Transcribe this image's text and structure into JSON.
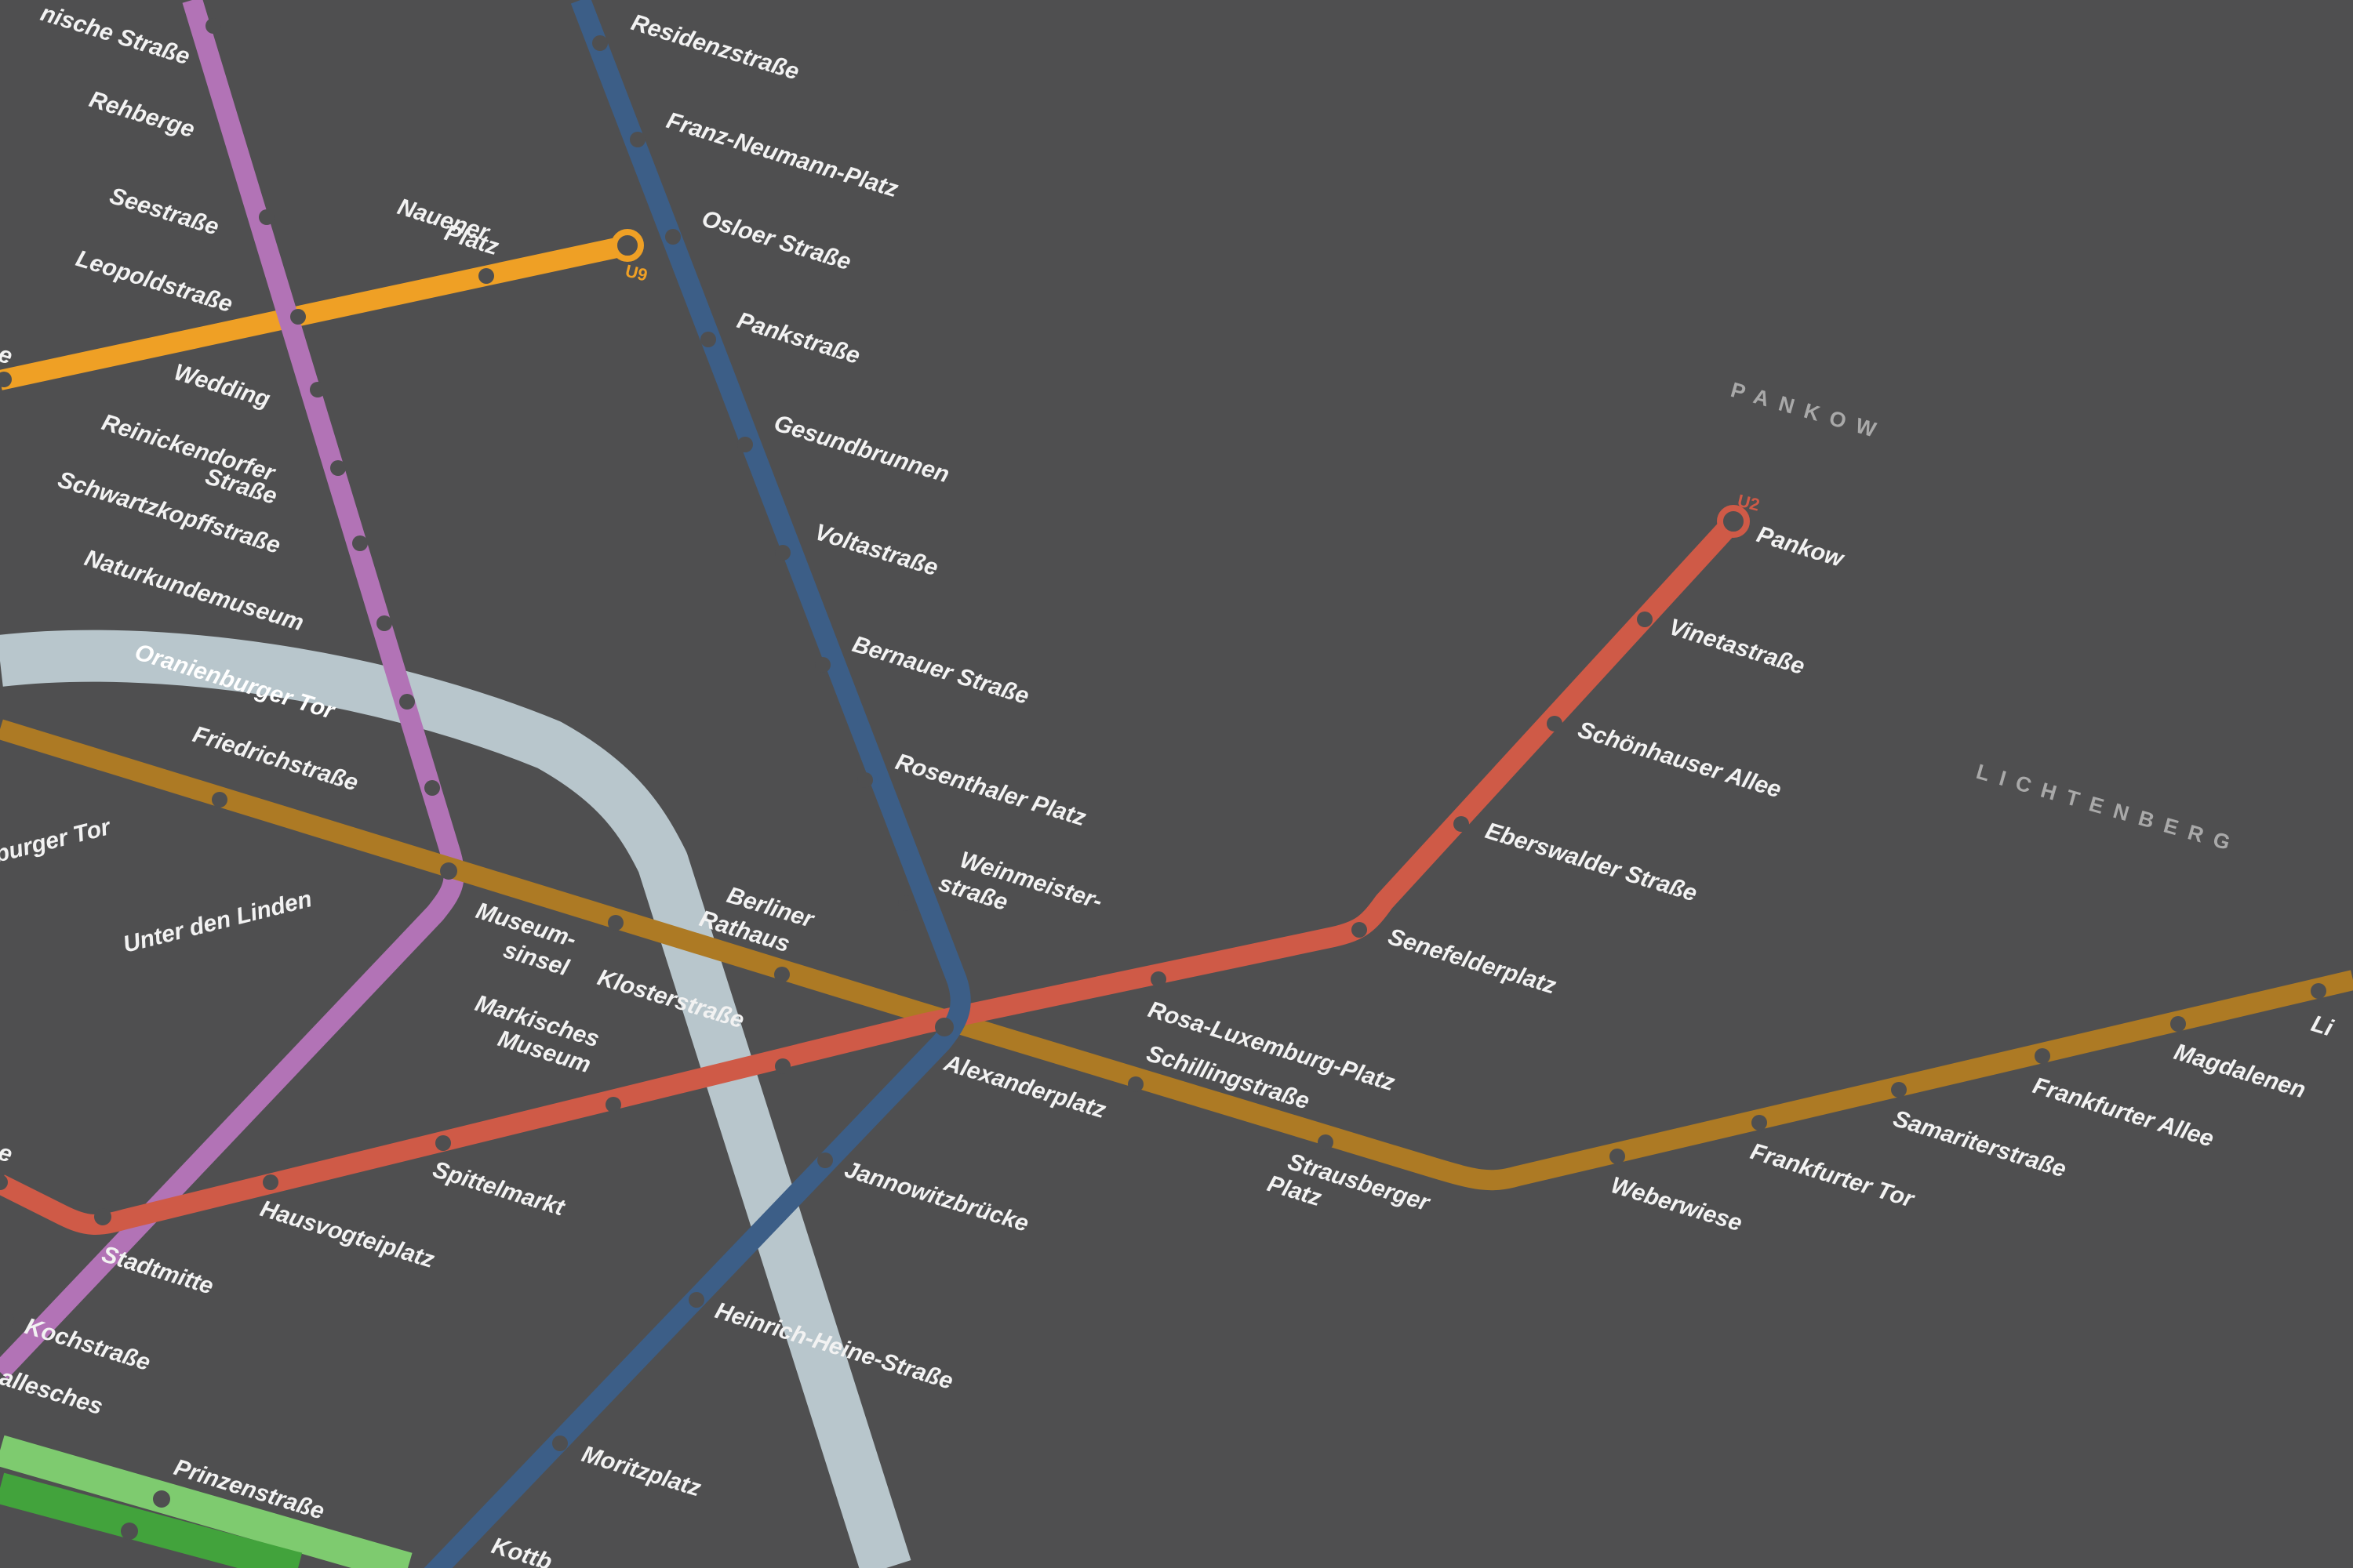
{
  "colors": {
    "background": "#4f4f50",
    "u2": "#cf5a47",
    "u5": "#ad7a24",
    "u6": "#b273b6",
    "u8": "#3c5e87",
    "u9": "#efa025",
    "s_ring": "#b8c6cc",
    "green_light": "#7ecb6f",
    "green_dark": "#42a33c",
    "text": "#f2f2f2"
  },
  "districts": {
    "pankow": "PANKOW",
    "lichtenberg": "LICHTENBERG"
  },
  "line_tags": {
    "u2": "U2",
    "u9": "U9"
  },
  "stations": {
    "kolonie": "nische Straße",
    "rehberge": "Rehberge",
    "seestrasse": "Seestraße",
    "leopoldstrasse": "Leopoldstraße",
    "wedding": "Wedding",
    "reinickendorfer_1": "Reinickendorfer",
    "reinickendorfer_2": "Straße",
    "schwartzkopff": "Schwartzkopffstraße",
    "naturkunde": "Naturkundemuseum",
    "oranienburger": "Oranienburger Tor",
    "friedrichstrasse": "Friedrichstraße",
    "burger_tor": "burger Tor",
    "unter_den_linden": "Unter den Linden",
    "nauener_1": "Nauener",
    "nauener_2": "Platz",
    "residenz": "Residenzstraße",
    "franz_neumann": "Franz-Neumann-Platz",
    "osloer": "Osloer Straße",
    "pankstrasse": "Pankstraße",
    "gesundbrunnen": "Gesundbrunnen",
    "voltastrasse": "Voltastraße",
    "bernauer": "Bernauer Straße",
    "rosenthaler": "Rosenthaler Platz",
    "weinmeister_1": "Weinmeister-",
    "weinmeister_2": "straße",
    "pankow": "Pankow",
    "vineta": "Vinetastraße",
    "schoenhauser": "Schönhauser Allee",
    "eberswalder": "Eberswalder Straße",
    "senefelder": "Senefelderplatz",
    "rosa_luxemburg": "Rosa-Luxemburg-Platz",
    "alexanderplatz": "Alexanderplatz",
    "schillingstrasse": "Schillingstraße",
    "strausberger_1": "Strausberger",
    "strausberger_2": "Platz",
    "weberwiese": "Weberwiese",
    "frankfurter_tor": "Frankfurter Tor",
    "samariter": "Samariterstraße",
    "frankfurter_allee": "Frankfurter Allee",
    "magdalenen": "Magdalenen",
    "lichtenberg_partial": "Li",
    "berliner_1": "Berliner",
    "berliner_2": "Rathaus",
    "museumsinsel_1": "Museum-",
    "museumsinsel_2": "sinsel",
    "klosterstrasse": "Klosterstraße",
    "maerkisches_1": "Markisches",
    "maerkisches_2": "Museum",
    "spittelmarkt": "Spittelmarkt",
    "hausvogteiplatz": "Hausvogteiplatz",
    "stadtmitte": "Stadtmitte",
    "kochstrasse": "Kochstraße",
    "hallesches": "allesches",
    "prinzenstrasse": "Prinzenstraße",
    "jannowitz": "Jannowitzbrücke",
    "heinrich_heine": "Heinrich-Heine-Straße",
    "moritzplatz": "Moritzplatz",
    "kottbusser": "Kottb",
    "left_edge_1": "e",
    "left_edge_2": "e"
  }
}
